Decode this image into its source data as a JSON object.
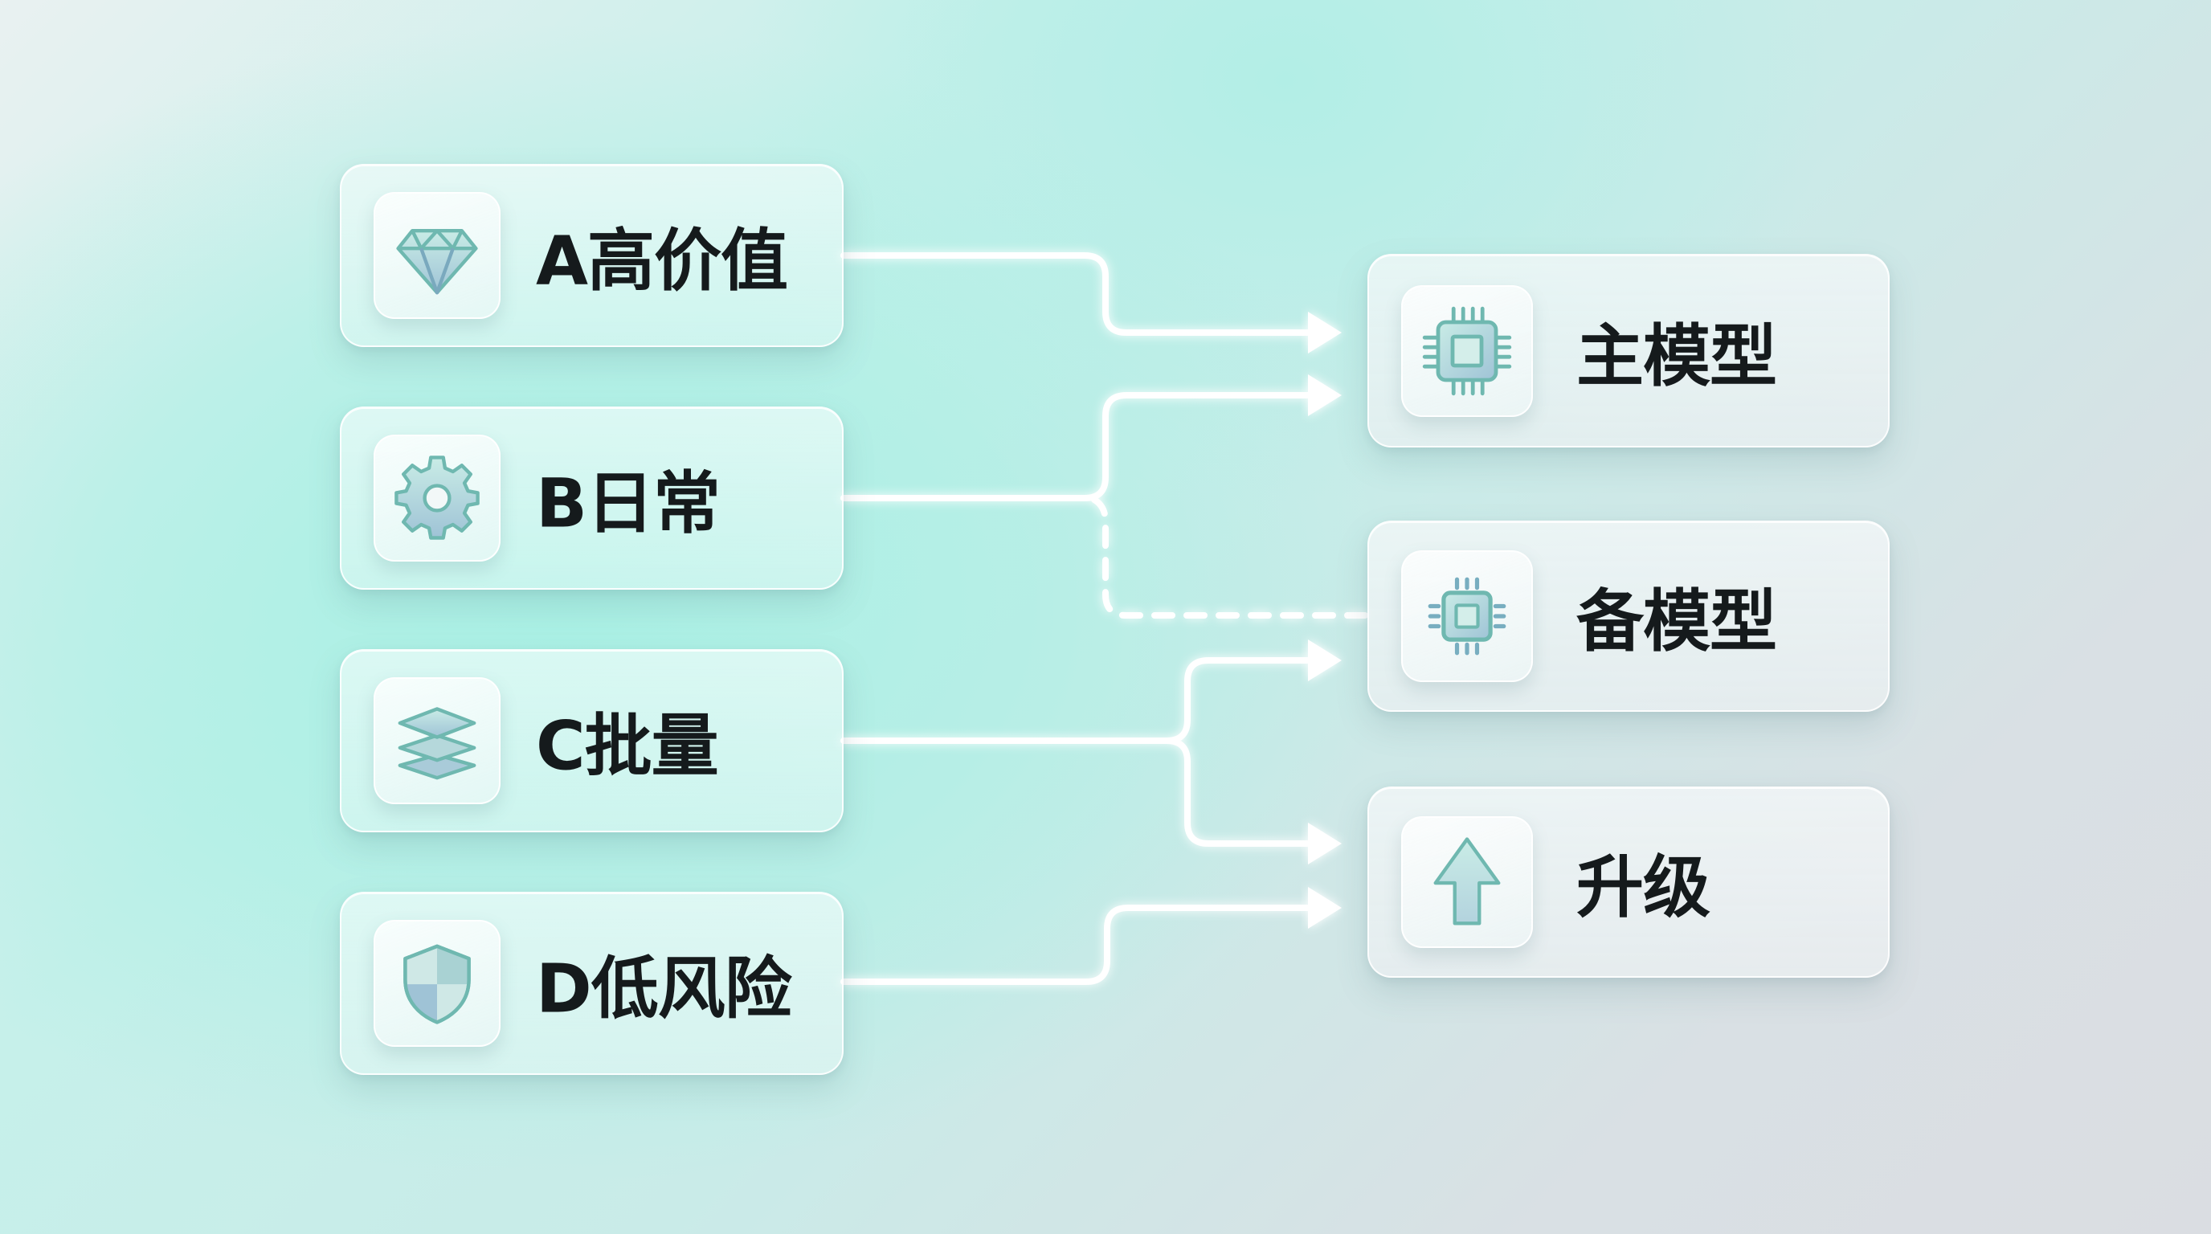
{
  "sources": [
    {
      "id": "A",
      "label": "A高价值",
      "icon": "diamond-icon"
    },
    {
      "id": "B",
      "label": "B日常",
      "icon": "gear-icon"
    },
    {
      "id": "C",
      "label": "C批量",
      "icon": "layers-icon"
    },
    {
      "id": "D",
      "label": "D低风险",
      "icon": "shield-icon"
    }
  ],
  "targets": [
    {
      "id": "main",
      "label": "主模型",
      "icon": "chip-icon"
    },
    {
      "id": "backup",
      "label": "备模型",
      "icon": "chip-icon"
    },
    {
      "id": "upgrade",
      "label": "升级",
      "icon": "arrow-up-icon"
    }
  ],
  "edges": [
    {
      "from": "A",
      "to": "main",
      "style": "solid"
    },
    {
      "from": "B",
      "to": "main",
      "style": "solid"
    },
    {
      "from": "B",
      "to": "backup",
      "style": "dashed"
    },
    {
      "from": "C",
      "to": "backup",
      "style": "solid"
    },
    {
      "from": "C",
      "to": "upgrade",
      "style": "solid"
    },
    {
      "from": "D",
      "to": "upgrade",
      "style": "solid"
    }
  ],
  "colors": {
    "icon_stroke": "#6fb8b0",
    "icon_fill_top": "#c9ece6",
    "icon_fill_bottom": "#9fc3d6",
    "connector": "#ffffff",
    "text": "#151a1c"
  }
}
